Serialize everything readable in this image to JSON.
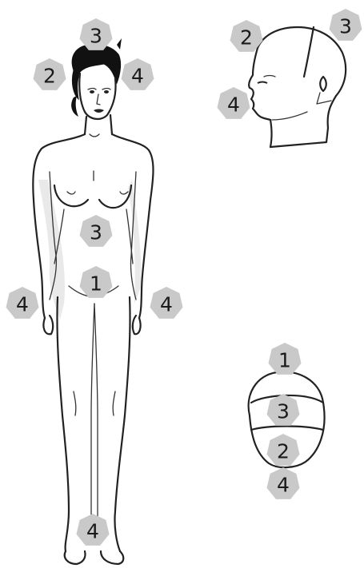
{
  "markers": {
    "color": "#c9c9c9",
    "text_color": "#1a1a1a",
    "figure_front": {
      "top": "3",
      "left_head": "2",
      "right_head": "4",
      "belly": "3",
      "pelvis": "1",
      "left_hip": "4",
      "right_hip": "4",
      "feet": "4"
    },
    "head_profile": {
      "front_top": "2",
      "back_top": "3",
      "mouth": "4"
    },
    "head_top_view": {
      "top": "1",
      "middle": "3",
      "lower": "2",
      "bottom": "4"
    }
  }
}
